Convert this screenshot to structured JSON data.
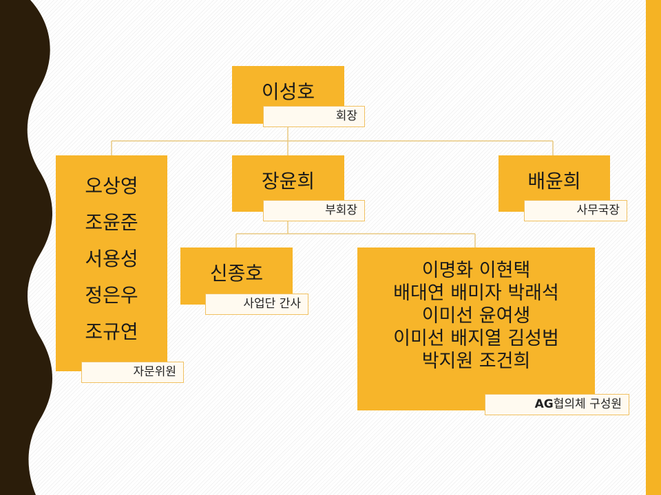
{
  "president": {
    "name": "이성호",
    "role": "회장"
  },
  "vice_president": {
    "name": "장윤희",
    "role": "부회장"
  },
  "secretary_general": {
    "name": "배윤희",
    "role": "사무국장"
  },
  "business_manager": {
    "name": "신종호",
    "role": "사업단 간사"
  },
  "advisors": {
    "names": [
      "오상영",
      "조윤준",
      "서용성",
      "정은우",
      "조규연"
    ],
    "role": "자문위원"
  },
  "ag_council": {
    "lines": [
      "이명화 이현택",
      "배대연 배미자 박래석",
      "이미선 윤여생",
      "이미선 배지열 김성범",
      "박지원 조건희"
    ],
    "role_prefix": "AG",
    "role_suffix": "협의체 구성원"
  },
  "colors": {
    "box": "#f7b52a",
    "tag_border": "#f0c060",
    "tag_bg": "#fffaf0",
    "wave": "#2b1d0a",
    "connector": "#e8c880",
    "right_bar": "#f5b324"
  }
}
